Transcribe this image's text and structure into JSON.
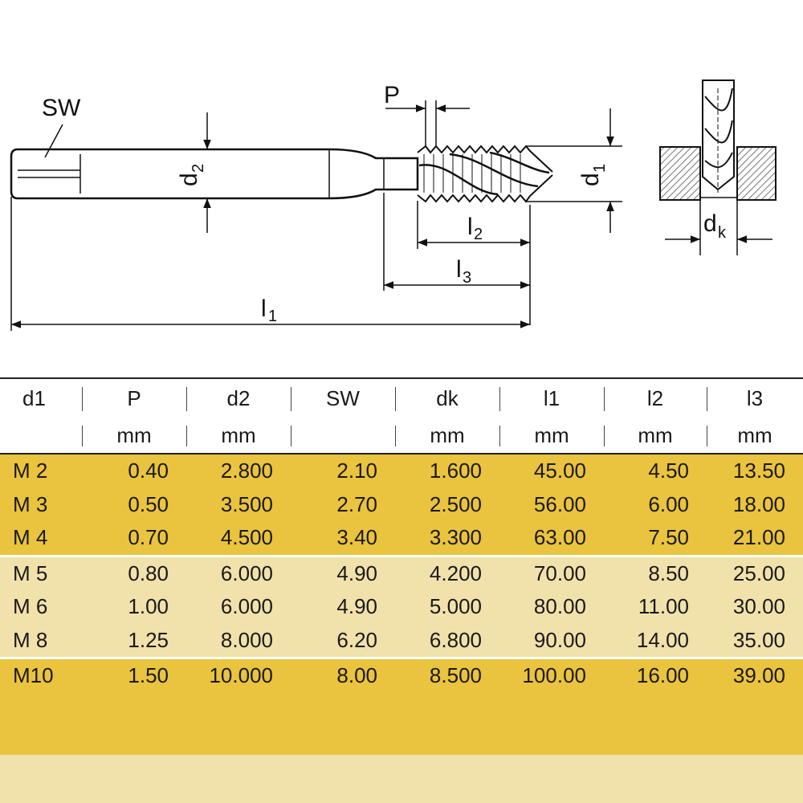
{
  "drawing": {
    "labels": {
      "sw": "SW",
      "p": "P",
      "d2_main": "d",
      "d2_sub": "2",
      "d1_main": "d",
      "d1_sub": "1",
      "l1_main": "l",
      "l1_sub": "1",
      "l2_main": "l",
      "l2_sub": "2",
      "l3_main": "l",
      "l3_sub": "3",
      "dk_main": "d",
      "dk_sub": "k"
    }
  },
  "table": {
    "headers": [
      "d1",
      "P",
      "d2",
      "SW",
      "dk",
      "l1",
      "l2",
      "l3"
    ],
    "units": [
      "",
      "mm",
      "mm",
      "",
      "mm",
      "mm",
      "mm",
      "mm"
    ],
    "rows": [
      [
        "M 2",
        "0.40",
        "2.800",
        "2.10",
        "1.600",
        "45.00",
        "4.50",
        "13.50"
      ],
      [
        "M 3",
        "0.50",
        "3.500",
        "2.70",
        "2.500",
        "56.00",
        "6.00",
        "18.00"
      ],
      [
        "M 4",
        "0.70",
        "4.500",
        "3.40",
        "3.300",
        "63.00",
        "7.50",
        "21.00"
      ],
      [
        "M 5",
        "0.80",
        "6.000",
        "4.90",
        "4.200",
        "70.00",
        "8.50",
        "25.00"
      ],
      [
        "M 6",
        "1.00",
        "6.000",
        "4.90",
        "5.000",
        "80.00",
        "11.00",
        "30.00"
      ],
      [
        "M 8",
        "1.25",
        "8.000",
        "6.20",
        "6.800",
        "90.00",
        "14.00",
        "35.00"
      ],
      [
        "M10",
        "1.50",
        "10.000",
        "8.00",
        "8.500",
        "100.00",
        "16.00",
        "39.00"
      ]
    ]
  },
  "colors": {
    "row_gold": "#eac33f",
    "row_light": "#f1e1ab"
  }
}
